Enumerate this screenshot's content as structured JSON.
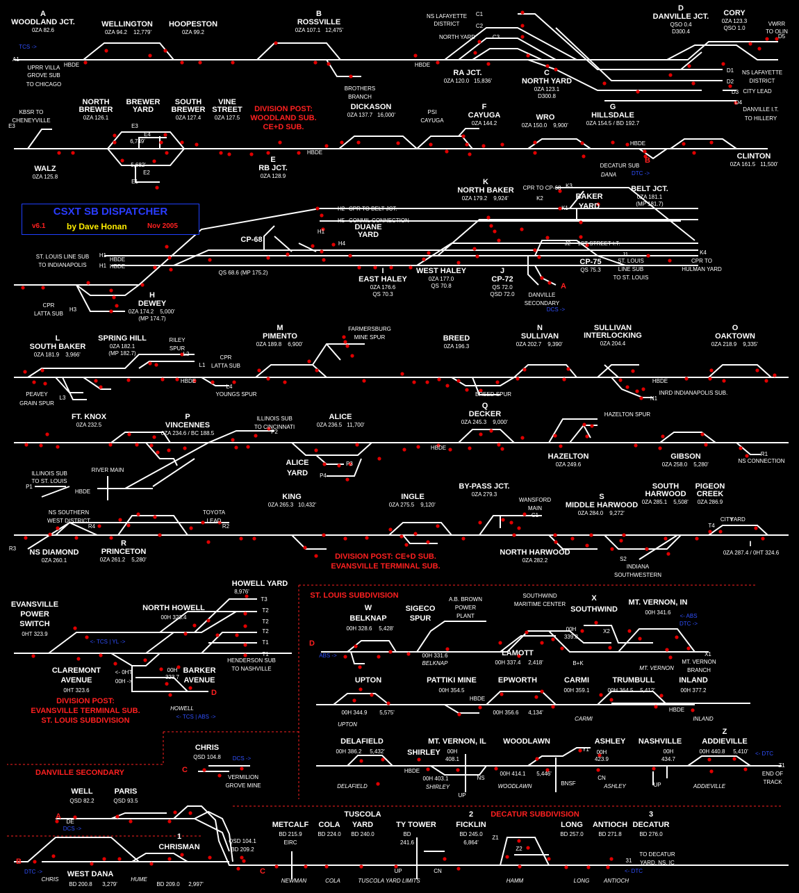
{
  "banner": {
    "title": "CSXT SB DISPATCHER",
    "version": "v6.1",
    "author": "by Dave Honan",
    "date": "Nov 2005"
  },
  "stations": [
    {
      "id": "woodland",
      "letter": "A",
      "name": "WOODLAND JCT.",
      "mp": "0ZA 82.6"
    },
    {
      "id": "wellington",
      "name": "WELLINGTON",
      "mp": "0ZA 94.2",
      "len": "12,779'"
    },
    {
      "id": "hoopeston",
      "name": "HOOPESTON",
      "mp": "0ZA 99.2"
    },
    {
      "id": "rossville",
      "letter": "B",
      "name": "ROSSVILLE",
      "mp": "0ZA 107.1",
      "len": "12,475'"
    },
    {
      "id": "nslaf",
      "name": "NS LAFAYETTE",
      "name2": "DISTRICT"
    },
    {
      "id": "danvjct",
      "letter": "D",
      "name": "DANVILLE JCT.",
      "mp": "QSO 0.4",
      "mp2": "D300.4"
    },
    {
      "id": "cory",
      "name": "CORY",
      "mp": "0ZA 123.3",
      "mp2": "QSO 1.0"
    },
    {
      "id": "rajct",
      "name": "RA JCT.",
      "mp": "0ZA 120.0",
      "len": "15,836'"
    },
    {
      "id": "northyard",
      "letter": "C",
      "name": "NORTH YARD",
      "mp": "0ZA 123.1",
      "mp2": "D300.8"
    },
    {
      "id": "northbrewer",
      "name": "NORTH",
      "name2": "BREWER",
      "mp": "0ZA 126.1"
    },
    {
      "id": "breweryard",
      "name": "BREWER",
      "name2": "YARD"
    },
    {
      "id": "southbrewer",
      "name": "SOUTH",
      "name2": "BREWER",
      "mp": "0ZA 127.4"
    },
    {
      "id": "vinestreet",
      "name": "VINE",
      "name2": "STREET",
      "mp": "0ZA 127.5"
    },
    {
      "id": "dickason",
      "name": "DICKASON",
      "mp": "0ZA 137.7",
      "len": "16,000'"
    },
    {
      "id": "cayuga",
      "letter": "F",
      "name": "CAYUGA",
      "mp": "0ZA 144.2"
    },
    {
      "id": "wro",
      "name": "WRO",
      "mp": "0ZA 150.0",
      "len": "9,900'"
    },
    {
      "id": "hillsdale",
      "letter": "G",
      "name": "HILLSDALE",
      "mp": "0ZA 154.5 / BD 192.7"
    },
    {
      "id": "walz",
      "name": "WALZ",
      "mp": "0ZA 125.8"
    },
    {
      "id": "rbjct",
      "letter": "E",
      "name": "RB JCT.",
      "mp": "0ZA 128.9"
    },
    {
      "id": "clinton",
      "name": "CLINTON",
      "mp": "0ZA 161.5",
      "len": "11,500'"
    },
    {
      "id": "northbaker",
      "letter": "K",
      "name": "NORTH BAKER",
      "mp": "0ZA 179.2",
      "len": "9,924'"
    },
    {
      "id": "beltjct",
      "name": "BELT JCT.",
      "mp": "0ZA 181.1",
      "mp2": "(MP 181.7)"
    },
    {
      "id": "cp68",
      "name": "CP-68"
    },
    {
      "id": "duane",
      "name": "DUANE",
      "name2": "YARD"
    },
    {
      "id": "eastha",
      "letter": "I",
      "name": "EAST HALEY",
      "mp": "0ZA 176.6",
      "mp2": "QS 70.3"
    },
    {
      "id": "westha",
      "name": "WEST HALEY",
      "mp": "0ZA 177.0",
      "mp2": "QS 70.8"
    },
    {
      "id": "cp72",
      "letter": "J",
      "name": "CP-72",
      "mp": "QS 72.0",
      "mp2": "QSD 72.0"
    },
    {
      "id": "cp75",
      "name": "CP-75",
      "mp": "QS 75.3"
    },
    {
      "id": "dewey",
      "letter": "H",
      "name": "DEWEY",
      "mp": "0ZA 174.2",
      "len": "5,000'",
      "mp2": "(MP 174.7)"
    },
    {
      "id": "southbaker",
      "letter": "L",
      "name": "SOUTH BAKER",
      "mp": "0ZA 181.9",
      "len": "3,966'"
    },
    {
      "id": "springhill",
      "name": "SPRING HILL",
      "mp": "0ZA 182.1",
      "mp2": "(MP 182.7)"
    },
    {
      "id": "pimento",
      "letter": "M",
      "name": "PIMENTO",
      "mp": "0ZA 189.8",
      "len": "6,900'"
    },
    {
      "id": "breed",
      "name": "BREED",
      "mp": "0ZA 196.3"
    },
    {
      "id": "sullivan",
      "letter": "N",
      "name": "SULLIVAN",
      "mp": "0ZA 202.7",
      "len": "9,390'"
    },
    {
      "id": "sullint",
      "name": "SULLIVAN",
      "name2": "INTERLOCKING",
      "mp": "0ZA 204.4"
    },
    {
      "id": "oaktown",
      "letter": "O",
      "name": "OAKTOWN",
      "mp": "0ZA 218.9",
      "len": "9,335'"
    },
    {
      "id": "ftknox",
      "name": "FT. KNOX",
      "mp": "0ZA 232.5"
    },
    {
      "id": "vincennes",
      "letter": "P",
      "name": "VINCENNES",
      "mp": "0ZA 234.6 / BC 188.5"
    },
    {
      "id": "alice",
      "name": "ALICE",
      "mp": "0ZA 236.5",
      "len": "11,700'"
    },
    {
      "id": "decker",
      "letter": "Q",
      "name": "DECKER",
      "mp": "0ZA 245.3",
      "len": "9,000'"
    },
    {
      "id": "hazelton",
      "name": "HAZELTON",
      "mp": "0ZA 249.6"
    },
    {
      "id": "gibson",
      "name": "GIBSON",
      "mp": "0ZA 258.0",
      "len": "5,280'"
    },
    {
      "id": "king",
      "name": "KING",
      "mp": "0ZA 265.3",
      "len": "10,432'"
    },
    {
      "id": "ingle",
      "name": "INGLE",
      "mp": "0ZA 275.5",
      "len": "9,120'"
    },
    {
      "id": "bypass",
      "name": "BY-PASS JCT.",
      "mp": "0ZA 279.3"
    },
    {
      "id": "midharwood",
      "letter": "S",
      "name": "MIDDLE HARWOOD",
      "mp": "0ZA 284.0",
      "len": "9,272'"
    },
    {
      "id": "southharwood",
      "name": "SOUTH",
      "name2": "HARWOOD",
      "mp": "0ZA 285.1",
      "len": "5,508'"
    },
    {
      "id": "pigeon",
      "name": "PIGEON",
      "name2": "CREEK",
      "mp": "0ZA 286.9"
    },
    {
      "id": "nsdiamond",
      "name": "NS DIAMOND",
      "mp": "0ZA 260.1"
    },
    {
      "id": "princeton",
      "letter": "R",
      "name": "PRINCETON",
      "mp": "0ZA 261.2",
      "len": "5,280'"
    },
    {
      "id": "northharwood",
      "name": "NORTH HARWOOD",
      "mp": "0ZA 282.2"
    }
  ],
  "labels": {
    "tcs1": "TCS ->",
    "uprr": "UPRR VILLA",
    "uprr2": "GROVE SUB",
    "uprr3": "TO CHICAGO",
    "a1": "A1",
    "hbde": "HBDE",
    "brothers": "BROTHERS",
    "brothers2": "BRANCH",
    "c1": "C1",
    "c2": "C2",
    "c3": "C3",
    "nyard": "NORTH YARD",
    "vwrr": "VWRR",
    "vwrr2": "TO OLIN",
    "d1": "D1",
    "d2": "D2",
    "d3": "D3",
    "d4": "D4",
    "d5": "D5",
    "citylead": "CITY LEAD",
    "nslaf2": "NS LAFAYETTE",
    "nslaf3": "DISTRICT",
    "danvit": "DANVILLE I.T.",
    "danvit2": "TO HILLERY",
    "kbsr": "KBSR TO",
    "kbsr2": "CHENEYVILLE",
    "e3": "E3",
    "e2": "E2",
    "e1": "E1",
    "e4": "E4",
    "len6749": "6,749'",
    "len5682": "5,682'",
    "divpost1": "DIVISION POST:",
    "divpost2": "WOODLAND SUB.",
    "divpost3": "CE+D SUB.",
    "psi": "PSI",
    "psi2": "CAYUGA",
    "decatursub": "DECATUR SUB",
    "dana": "DANA",
    "dtc": "DTC ->",
    "bletter": "B",
    "cprcp68": "CPR TO CP-68",
    "k3": "K3",
    "k2": "K2",
    "k1": "K1",
    "k4": "K4",
    "baker": "BAKER",
    "baker2": "YARD",
    "h2": "H2",
    "cprbelt": "CPR TO BELT JCT.",
    "h5": "H5",
    "conmil": "CONMIL CONNECTION",
    "j2": "J2",
    "firstst": "1ST STREET I.T.",
    "j1": "J1",
    "h1": "H1",
    "h4": "H4",
    "h3": "H3",
    "stlouisline": "ST. LOUIS LINE SUB",
    "stlouisline2": "TO INDIANAPOLIS",
    "qs686": "QS 68.6 (MP 175.2)",
    "stlouis2": "ST. LOUIS",
    "stlouis3": "LINE SUB",
    "stlouis4": "TO ST. LOUIS",
    "cprhul": "CPR TO",
    "cprhul2": "HULMAN YARD",
    "cprlatta": "CPR",
    "cprlatta2": "LATTA SUB",
    "danvsec": "DANVILLE",
    "danvsec2": "SECONDARY",
    "dcs": "DCS ->",
    "aletter": "A",
    "riley": "RILEY",
    "riley2": "SPUR",
    "l2": "L2",
    "l1": "L1",
    "l3": "L3",
    "l4": "L4",
    "cprl": "CPR",
    "cprl2": "LATTA SUB",
    "peavey": "PEAVEY",
    "peavey2": "GRAIN SPUR",
    "youngs": "YOUNGS SPUR",
    "farmersburg": "FARMERSBURG",
    "farmersburg2": "MINE SPUR",
    "breedspur": "BREED SPUR",
    "inrd": "INRD INDIANAPOLIS SUB.",
    "n1": "N1",
    "illinoiscin": "ILLINOIS SUB",
    "illinoiscin2": "TO CINCINNATI",
    "p2": "P2",
    "p3": "P3",
    "p4": "P4",
    "p1": "P1",
    "aliceyard": "ALICE",
    "aliceyard2": "YARD",
    "illinoisstl": "ILLINOIS SUB",
    "illinoisstl2": "TO ST. LOUIS",
    "rivermain": "RIVER MAIN",
    "hazspur": "HAZELTON SPUR",
    "r1": "R1",
    "nsconn": "NS CONNECTION",
    "nssouth": "NS SOUTHERN",
    "nssouth2": "WEST DISTRICT",
    "r4": "R4",
    "r2": "R2",
    "r3": "R3",
    "toyota": "TOYOTA",
    "toyota2": "LEAD",
    "wansford": "WANSFORD",
    "wansford2": "MAIN",
    "c1b": "C1",
    "citylead2": "CITY",
    "citylead3": "YARD",
    "t4": "T4",
    "iletter": "I",
    "ohtmp": "0ZA 287.4 / 0HT 324.6",
    "s2": "S2",
    "indsw": "INDIANA",
    "indsw2": "SOUTHWESTERN",
    "divpost4": "DIVISION POST:  CE+D SUB.",
    "divpost5": "EVANSVILLE TERMINAL SUB.",
    "evpower": "EVANSVILLE",
    "evpower2": "POWER",
    "evpower3": "SWITCH",
    "evpower4": "0HT 323.9",
    "northhowell": "NORTH HOWELL",
    "northhowell2": "00H 323.4",
    "howellyard": "HOWELL YARD",
    "len8976": "8,976'",
    "t3": "T3",
    "t2": "T2",
    "t1": "T1",
    "tcsyl": "<- TCS | YL ->",
    "henderson": "HENDERSON SUB",
    "henderson2": "TO NASHVILLE",
    "claremont": "CLAREMONT",
    "claremont2": "AVENUE",
    "claremont3": "0HT 323.6",
    "oht": "<- 0HT",
    "ooh": "00H ->",
    "ooh3237": "00H",
    "ooh3237b": "323.7",
    "barker": "BARKER",
    "barker2": "AVENUE",
    "dletter": "D",
    "howell": "HOWELL",
    "tcsabs": "<- TCS | ABS ->",
    "divpost6": "DIVISION POST:",
    "divpost7": "EVANSVILLE TERMINAL SUB.",
    "divpost8": "ST. LOUIS SUBDIVISION",
    "stlsubdiv": "ST. LOUIS SUBDIVISION",
    "danvsecred": "DANVILLE SECONDARY",
    "chris": "CHRIS",
    "chrismp": "QSD 104.8",
    "vermilion": "VERMILION",
    "vermilion2": "GROVE MINE",
    "cletter": "C",
    "belknap": "BELKNAP",
    "belknap2": "00H 328.6",
    "belknap3": "5,428'",
    "wletter": "W",
    "sigeco": "SIGECO",
    "sigeco2": "SPUR",
    "sigeco3": "00H 331.6",
    "belknapit": "BELKNAP",
    "abrown": "A.B. BROWN",
    "abrown2": "POWER",
    "abrown3": "PLANT",
    "southwind": "SOUTHWIND",
    "southwind2": "MARITIME CENTER",
    "xletter": "X",
    "southwind3": "SOUTHWIND",
    "southwind4": "00H",
    "southwind5": "339.8",
    "lamott": "LAMOTT",
    "lamott2": "00H 337.4",
    "lamott3": "2,418'",
    "bk": "B+K",
    "mtvernon": "MT. VERNON, IN",
    "mtvernon2": "00H 341.6",
    "absr": "<- ABS",
    "dtcr": "DTC ->",
    "x2": "X2",
    "x1": "X1",
    "mtvbranch": "MT. VERNON",
    "mtvbranch2": "BRANCH",
    "mtvit": "MT. VERNON",
    "dleft": "D",
    "abs2": "ABS ->",
    "upton": "UPTON",
    "upton2": "00H 344.9",
    "upton3": "5,575'",
    "uptonit": "UPTON",
    "pattiki": "PATTIKI MINE",
    "pattiki2": "00H 354.5",
    "epworth": "EPWORTH",
    "epworth2": "00H 356.6",
    "epworth3": "4,134'",
    "carmi": "CARMI",
    "carmi2": "00H 359.1",
    "carmiit": "CARMI",
    "trumbull": "TRUMBULL",
    "trumbull2": "00H 364.5",
    "trumbull3": "5,412'",
    "inland": "INLAND",
    "inland2": "00H 377.2",
    "inlandit": "INLAND",
    "delafield": "DELAFIELD",
    "delafield2": "00H 386.2",
    "delafield3": "5,432'",
    "delafieldit": "DELAFIELD",
    "shirley": "SHIRLEY",
    "shirley2": "00H 403.1",
    "shirleyit": "SHIRLEY",
    "mtvil": "MT. VERNON, IL",
    "mtvil2": "00H",
    "mtvil3": "408.1",
    "ns": "NS",
    "up": "UP",
    "woodlawn": "WOODLAWN",
    "woodlawn2": "00H 414.1",
    "woodlawn3": "5,446'",
    "woodlawnit": "WOODLAWN",
    "y1": "Y1",
    "bnsf": "BNSF",
    "ashley": "ASHLEY",
    "ashley2": "00H",
    "ashley3": "423.9",
    "ashleyit": "ASHLEY",
    "cn": "CN",
    "nashville": "NASHVILLE",
    "nashville2": "00H",
    "nashville3": "434.7",
    "up2": "UP",
    "zletter": "Z",
    "addieville": "ADDIEVILLE",
    "addieville2": "00H 440.8",
    "addieville3": "5,410'",
    "addievilleit": "ADDIEVILLE",
    "dtcl": "<- DTC",
    "z1": "Z1",
    "endtrack": "END OF",
    "endtrack2": "TRACK",
    "well": "WELL",
    "well2": "QSD 82.2",
    "paris": "PARIS",
    "paris2": "QSD 93.5",
    "aleft": "A",
    "de": "DE",
    "dcs2": "DCS ->",
    "chrisman": "CHRISMAN",
    "chrisman1": "1",
    "qsd1041": "QSD 104.1",
    "bd2092": "BD 209.2",
    "cleft": "C",
    "bleft": "B",
    "dtc2": "DTC ->",
    "westdana": "WEST DANA",
    "westdana2": "BD 200.8",
    "westdana3": "3,279'",
    "chrisit": "CHRIS",
    "humeit": "HUME",
    "bd2090": "BD 209.0",
    "bd2090b": "2,997'",
    "decsubdiv": "DECATUR SUBDIVISION",
    "metcalf": "METCALF",
    "metcalf2": "BD 215.9",
    "metcalf3": "EIRC",
    "cola": "COLA",
    "cola2": "BD 224.0",
    "tuscola": "TUSCOLA",
    "tuscola2": "YARD",
    "tuscola3": "BD 240.0",
    "tytower": "TY TOWER",
    "tytower2": "BD",
    "tytower3": "241.6",
    "up3": "UP",
    "cn2": "CN",
    "ficklin": "FICKLIN",
    "ficklin2": "BD 245.0",
    "ficklin3": "6,864'",
    "two": "2",
    "z1b": "Z1",
    "z2b": "Z2",
    "long": "LONG",
    "long2": "BD 257.0",
    "antioch": "ANTIOCH",
    "antioch2": "BD 271.8",
    "three": "3",
    "decatur": "DECATUR",
    "decatur2": "BD 276.0",
    "todecatur": "TO DECATUR",
    "todecatur2": "YARD, NS, IC",
    "dtcl2": "<- DTC",
    "j31": "31",
    "newmanit": "NEWMAN",
    "colait": "COLA",
    "tuscolait": "TUSCOLA YARD LIMITS",
    "hammit": "HAMM",
    "longit": "LONG",
    "antiochit": "ANTIOCH"
  },
  "colors": {
    "track": "#ffffff",
    "signal": "#e00000",
    "red_text": "#ff2020",
    "blue_text": "#3050ff",
    "banner_title": "#2a3cff",
    "banner_author": "#ffee00",
    "background": "#000000"
  }
}
